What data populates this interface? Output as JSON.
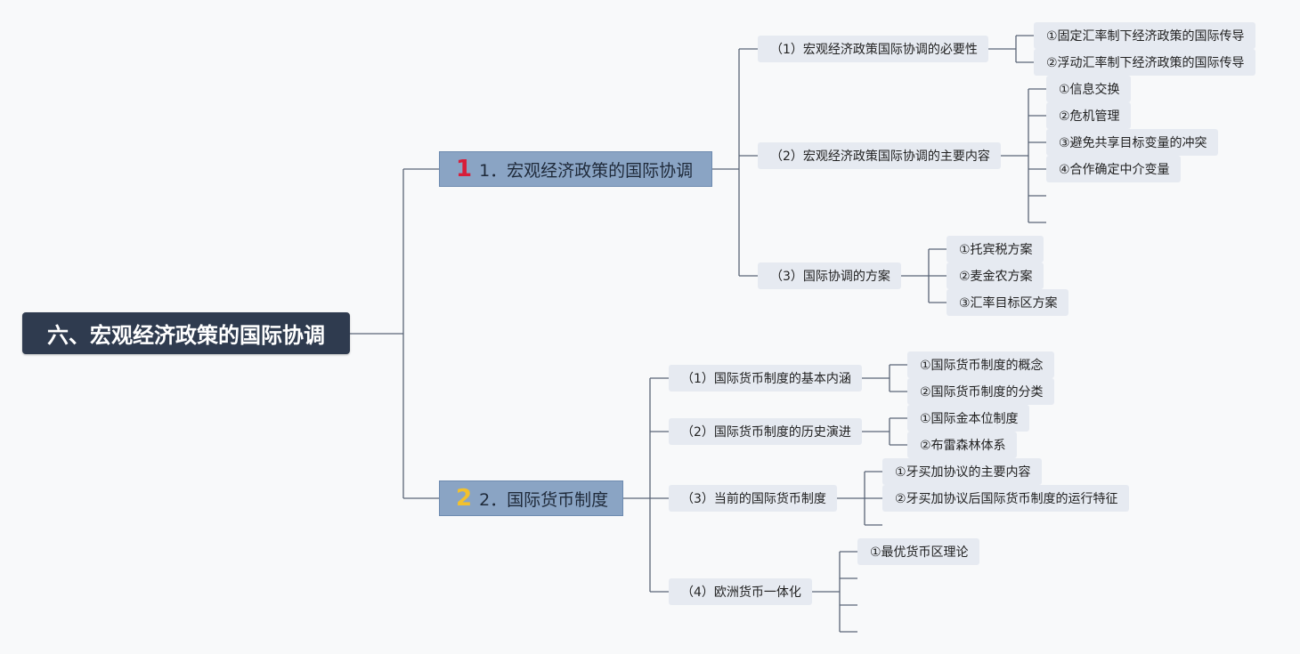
{
  "root": {
    "label": "六、宏观经济政策的国际协调"
  },
  "branch1": {
    "badge": "1",
    "badge_color": "#d81e3a",
    "label": "1．宏观经济政策的国际协调",
    "items": [
      {
        "label": "（1）宏观经济政策国际协调的必要性",
        "children": [
          "①固定汇率制下经济政策的国际传导",
          "②浮动汇率制下经济政策的国际传导"
        ]
      },
      {
        "label": "（2）宏观经济政策国际协调的主要内容",
        "children": [
          "①信息交换",
          "②危机管理",
          "③避免共享目标变量的冲突",
          "④合作确定中介变量"
        ]
      },
      {
        "label": "（3）国际协调的方案",
        "children": [
          "①托宾税方案",
          "②麦金农方案",
          "③汇率目标区方案"
        ]
      }
    ]
  },
  "branch2": {
    "badge": "2",
    "badge_color": "#f2c12e",
    "label": "2．国际货币制度",
    "items": [
      {
        "label": "（1）国际货币制度的基本内涵",
        "children": [
          "①国际货币制度的概念",
          "②国际货币制度的分类"
        ]
      },
      {
        "label": "（2）国际货币制度的历史演进",
        "children": [
          "①国际金本位制度",
          "②布雷森林体系"
        ]
      },
      {
        "label": "（3）当前的国际货币制度",
        "children": [
          "①牙买加协议的主要内容",
          "②牙买加协议后国际货币制度的运行特征"
        ]
      },
      {
        "label": "（4）欧洲货币一体化",
        "children": [
          "①最优货币区理论"
        ]
      }
    ]
  }
}
